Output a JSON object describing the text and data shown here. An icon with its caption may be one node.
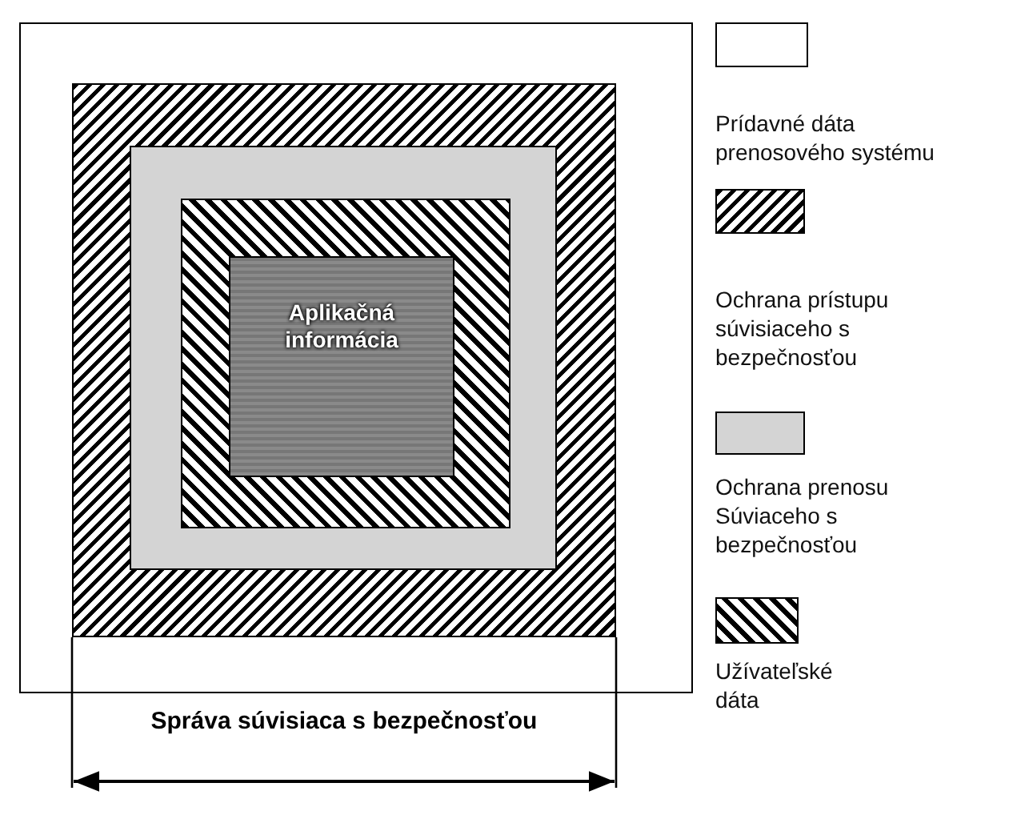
{
  "diagram": {
    "nodes": [
      {
        "text": [],
        "shape": "box"
      },
      {
        "text": [],
        "shape": "box",
        "in": 0
      },
      {
        "text": [],
        "shape": "box",
        "in": 1
      },
      {
        "text": [],
        "shape": "box",
        "in": 2
      },
      {
        "text": [
          "Aplikačná informácia"
        ],
        "in": 3
      }
    ],
    "edges": [],
    "labels": [
      "Správa súvisiaca s bezpečnosťou"
    ],
    "legend": [
      {
        "text": "Prídavné dáta prenosového systému",
        "color": "#ffffff"
      },
      {
        "text": "Ochrana prístupu súvisiaceho s bezpečnosťou"
      },
      {
        "text": "Ochrana prenosu Súviaceho s bezpečnosťou",
        "color": "#d4d4d4"
      },
      {
        "text": "Užívateľské dáta"
      }
    ]
  }
}
